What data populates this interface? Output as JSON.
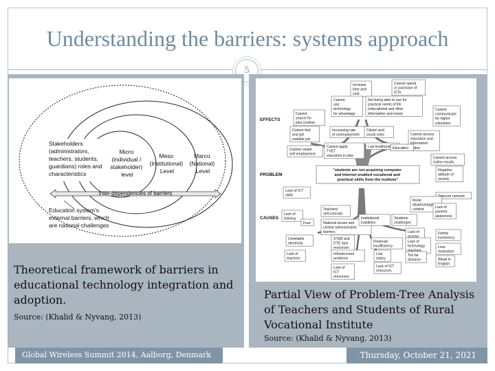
{
  "slide": {
    "title": "Understanding the barriers: systems approach",
    "number": "5",
    "left_caption": "Theoretical framework of barriers in educational technology integration and adoption.",
    "left_source": "Source: (Khalid & Nyvang, 2013)",
    "right_caption": "Partial View of Problem-Tree Analysis of Teachers and Students of Rural Vocational Institute",
    "right_source": "Source: (Khalid & Nyvang, 2013)",
    "footer_left": "Global Wireless Summit 2014, Aalborg, Denmark",
    "footer_right": "Thursday, October 21, 2021"
  },
  "framework_diagram": {
    "stakeholders": [
      "Stakeholders",
      "(administrators,",
      "teachers, students,",
      "guardians) roles and",
      "characteristics"
    ],
    "micro": [
      "Micro",
      "(individual /",
      "stakeholder)",
      "level"
    ],
    "meso": [
      "Meso",
      "(Institutional)",
      "Level"
    ],
    "macro": [
      "Marco",
      "(National)",
      "Level"
    ],
    "interdependencies": "Inter-dependencies of barriers",
    "external": [
      "Education system's",
      "external barriers, which",
      "are national challenges"
    ]
  },
  "problem_tree": {
    "effects_label": "EFFECTS",
    "problem_label": "PROBLEM",
    "causes_label": "CAUSES",
    "problem_statement": [
      "\"students are not acquiring computer",
      "and Internet enabled vocational and",
      "practical skills from the institute\""
    ],
    "effects": [
      [
        "Increase",
        "time and",
        "cost"
      ],
      [
        "Cannot spend",
        "or purchase of",
        "ICTs"
      ],
      [
        "Cannot",
        "use",
        "technology",
        "for advantage"
      ],
      [
        "Not being able to use for",
        "practical needs of life",
        "(educational and other",
        "information and news)"
      ],
      [
        "Cannot",
        "search for",
        "jobs (online)"
      ],
      [
        "Cannot",
        "communicate",
        "for higher",
        "education"
      ],
      [
        "Cannot find",
        "and get",
        "suitable job"
      ],
      [
        "Increasing rate",
        "of unemployment"
      ],
      [
        "Citizen and",
        "social roles"
      ],
      [
        "Cannot access",
        "education and",
        "information",
        "online"
      ],
      [
        "Cannot create",
        "self employment"
      ],
      [
        "Cannot apply",
        "TVET",
        "education in jobs"
      ],
      [
        "Low livelihood"
      ],
      [
        "Education"
      ],
      [
        "Cannot access",
        "online results"
      ]
    ],
    "causes": [
      [
        "Lack of ICT",
        "skills"
      ],
      [
        "Negative",
        "attitude of",
        "society"
      ],
      [
        "Telecom network"
      ],
      [
        "Rural",
        "disadvantaged",
        "context"
      ],
      [
        "Lack of",
        "parents'",
        "awareness"
      ],
      [
        "Lack of",
        "training"
      ],
      [
        "Teachers'",
        "self-concept"
      ],
      [
        "Fear"
      ],
      [
        "National issues and",
        "central administrative",
        "barriers"
      ],
      [
        "Institutional",
        "inabilities"
      ],
      [
        "Students",
        "challenges"
      ],
      [
        "Lack of",
        "access"
      ],
      [
        "Family",
        "insolvency"
      ],
      [
        "Financial",
        "insufficiency"
      ],
      [
        "Lack of",
        "technology",
        "teachers"
      ],
      [
        "Unreliable",
        "electricity"
      ],
      [
        "Lack of",
        "teachers"
      ],
      [
        "STEB and",
        "DTE lack",
        "resources"
      ],
      [
        "Infrastructure",
        "problems"
      ],
      [
        "Low",
        "salary"
      ],
      [
        "Lack of",
        "ICT",
        "resources"
      ],
      [
        "Lack of ICT",
        "resources"
      ],
      [
        "Too far",
        "distance"
      ],
      [
        "Less",
        "motivation"
      ],
      [
        "Weak in",
        "English"
      ]
    ]
  }
}
